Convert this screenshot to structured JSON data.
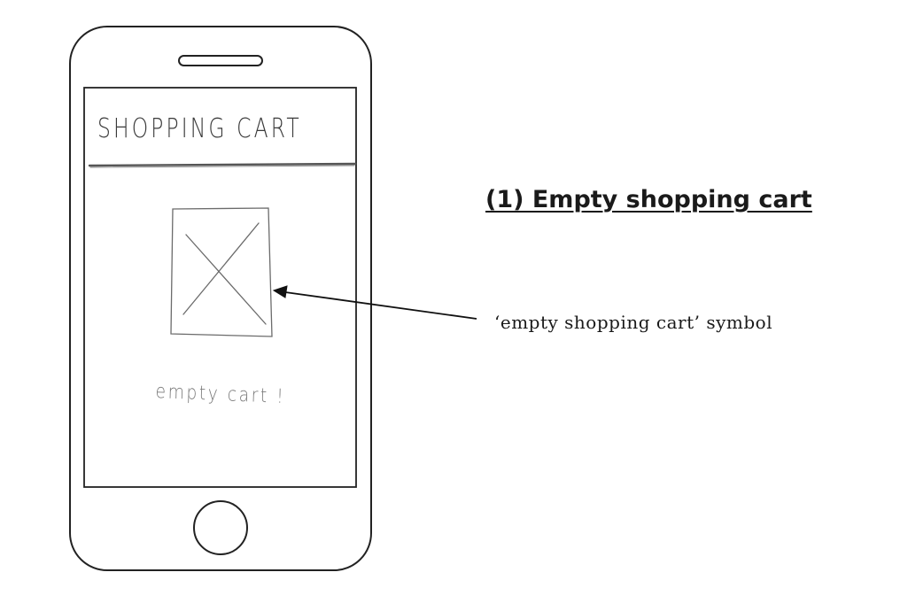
{
  "phone_screen": {
    "header_title": "SHOPPING CART",
    "empty_image_icon": "image-placeholder-x",
    "empty_message": "empty cart !"
  },
  "heading": "(1) Empty shopping cart",
  "annotation": {
    "label": "‘empty shopping cart’ symbol"
  },
  "colors": {
    "outline": "#222222",
    "pencil": "#6b6b6b",
    "text": "#1a1a1a"
  }
}
